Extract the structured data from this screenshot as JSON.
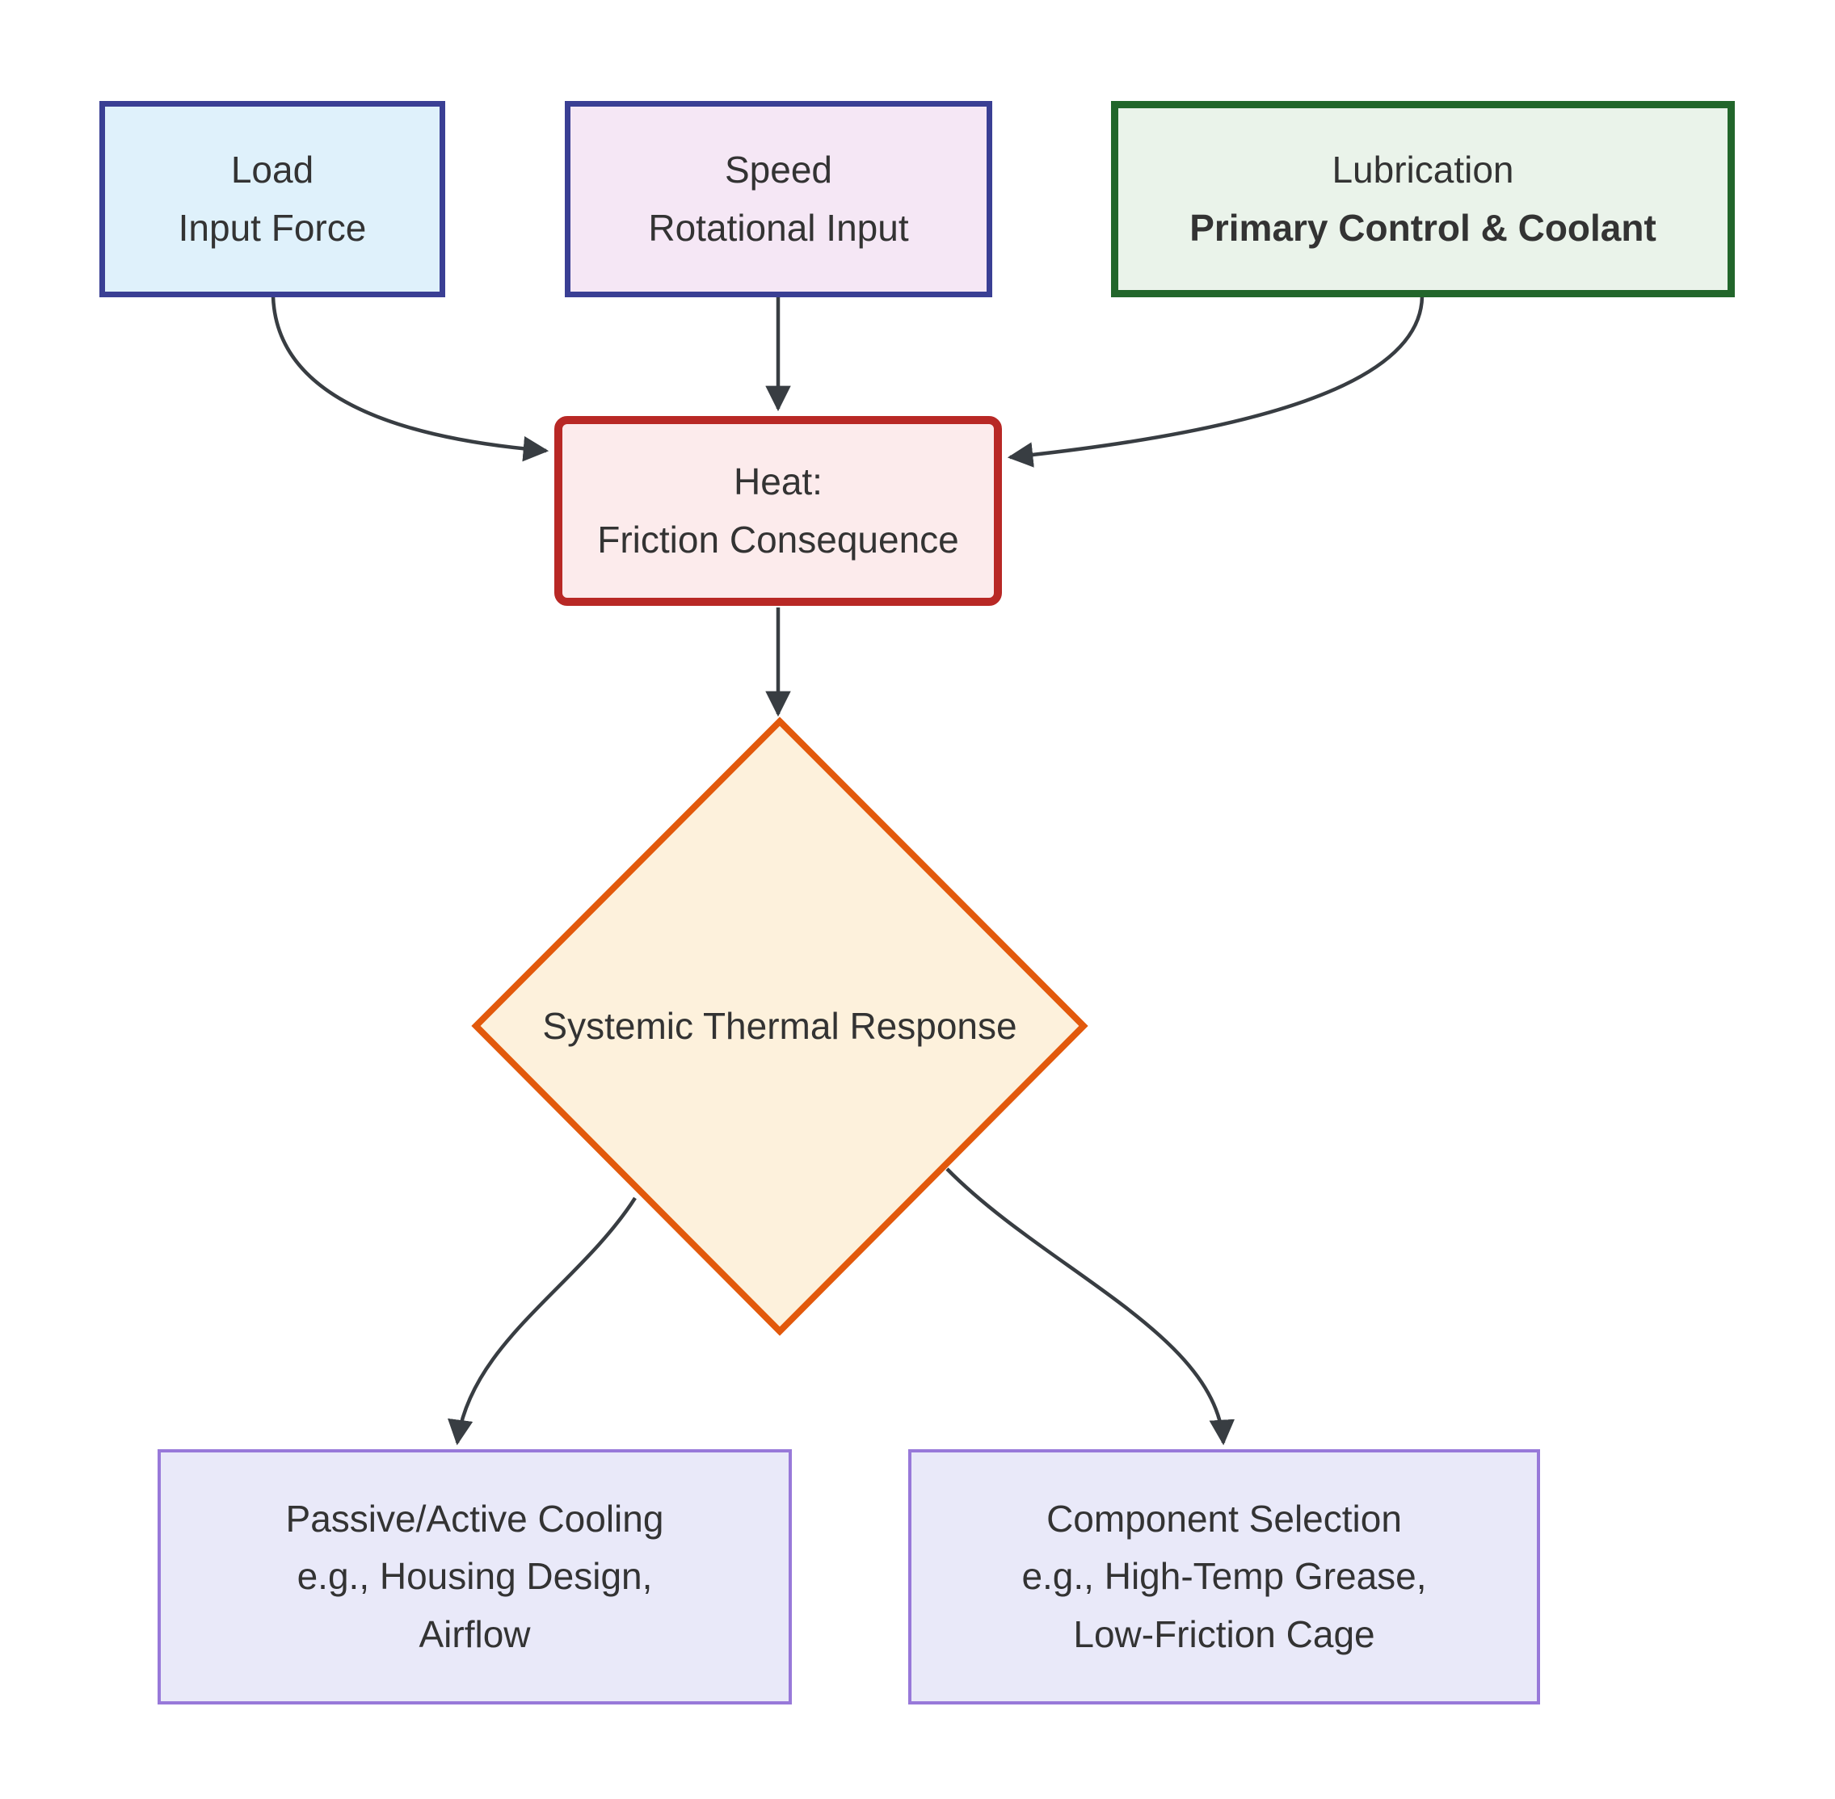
{
  "diagram": {
    "type": "flowchart",
    "background": "#ffffff",
    "edge_color": "#383d42",
    "text_color": "#333333",
    "nodes": {
      "load": {
        "line1": "Load",
        "line2": "Input Force",
        "fill": "#dff1fb",
        "border": "#3a3f94"
      },
      "speed": {
        "line1": "Speed",
        "line2": "Rotational Input",
        "fill": "#f5e7f5",
        "border": "#3a3f94"
      },
      "lubrication": {
        "line1": "Lubrication",
        "line2": "Primary Control & Coolant",
        "fill": "#eaf3ea",
        "border": "#22662b"
      },
      "heat": {
        "line1": "Heat:",
        "line2": "Friction Consequence",
        "fill": "#fcebec",
        "border": "#b82825"
      },
      "decision": {
        "label": "Systemic Thermal Response",
        "fill": "#fdf1dc",
        "border": "#e2590c"
      },
      "cooling": {
        "line1": "Passive/Active Cooling",
        "line2": "e.g., Housing Design,",
        "line3": "Airflow",
        "fill": "#e9e9f9",
        "border": "#9879d9"
      },
      "component": {
        "line1": "Component Selection",
        "line2": "e.g., High-Temp Grease,",
        "line3": "Low-Friction Cage",
        "fill": "#e9e9f9",
        "border": "#9879d9"
      }
    },
    "edges": [
      {
        "from": "load",
        "to": "heat"
      },
      {
        "from": "speed",
        "to": "heat"
      },
      {
        "from": "lubrication",
        "to": "heat"
      },
      {
        "from": "heat",
        "to": "decision"
      },
      {
        "from": "decision",
        "to": "cooling"
      },
      {
        "from": "decision",
        "to": "component"
      }
    ]
  }
}
